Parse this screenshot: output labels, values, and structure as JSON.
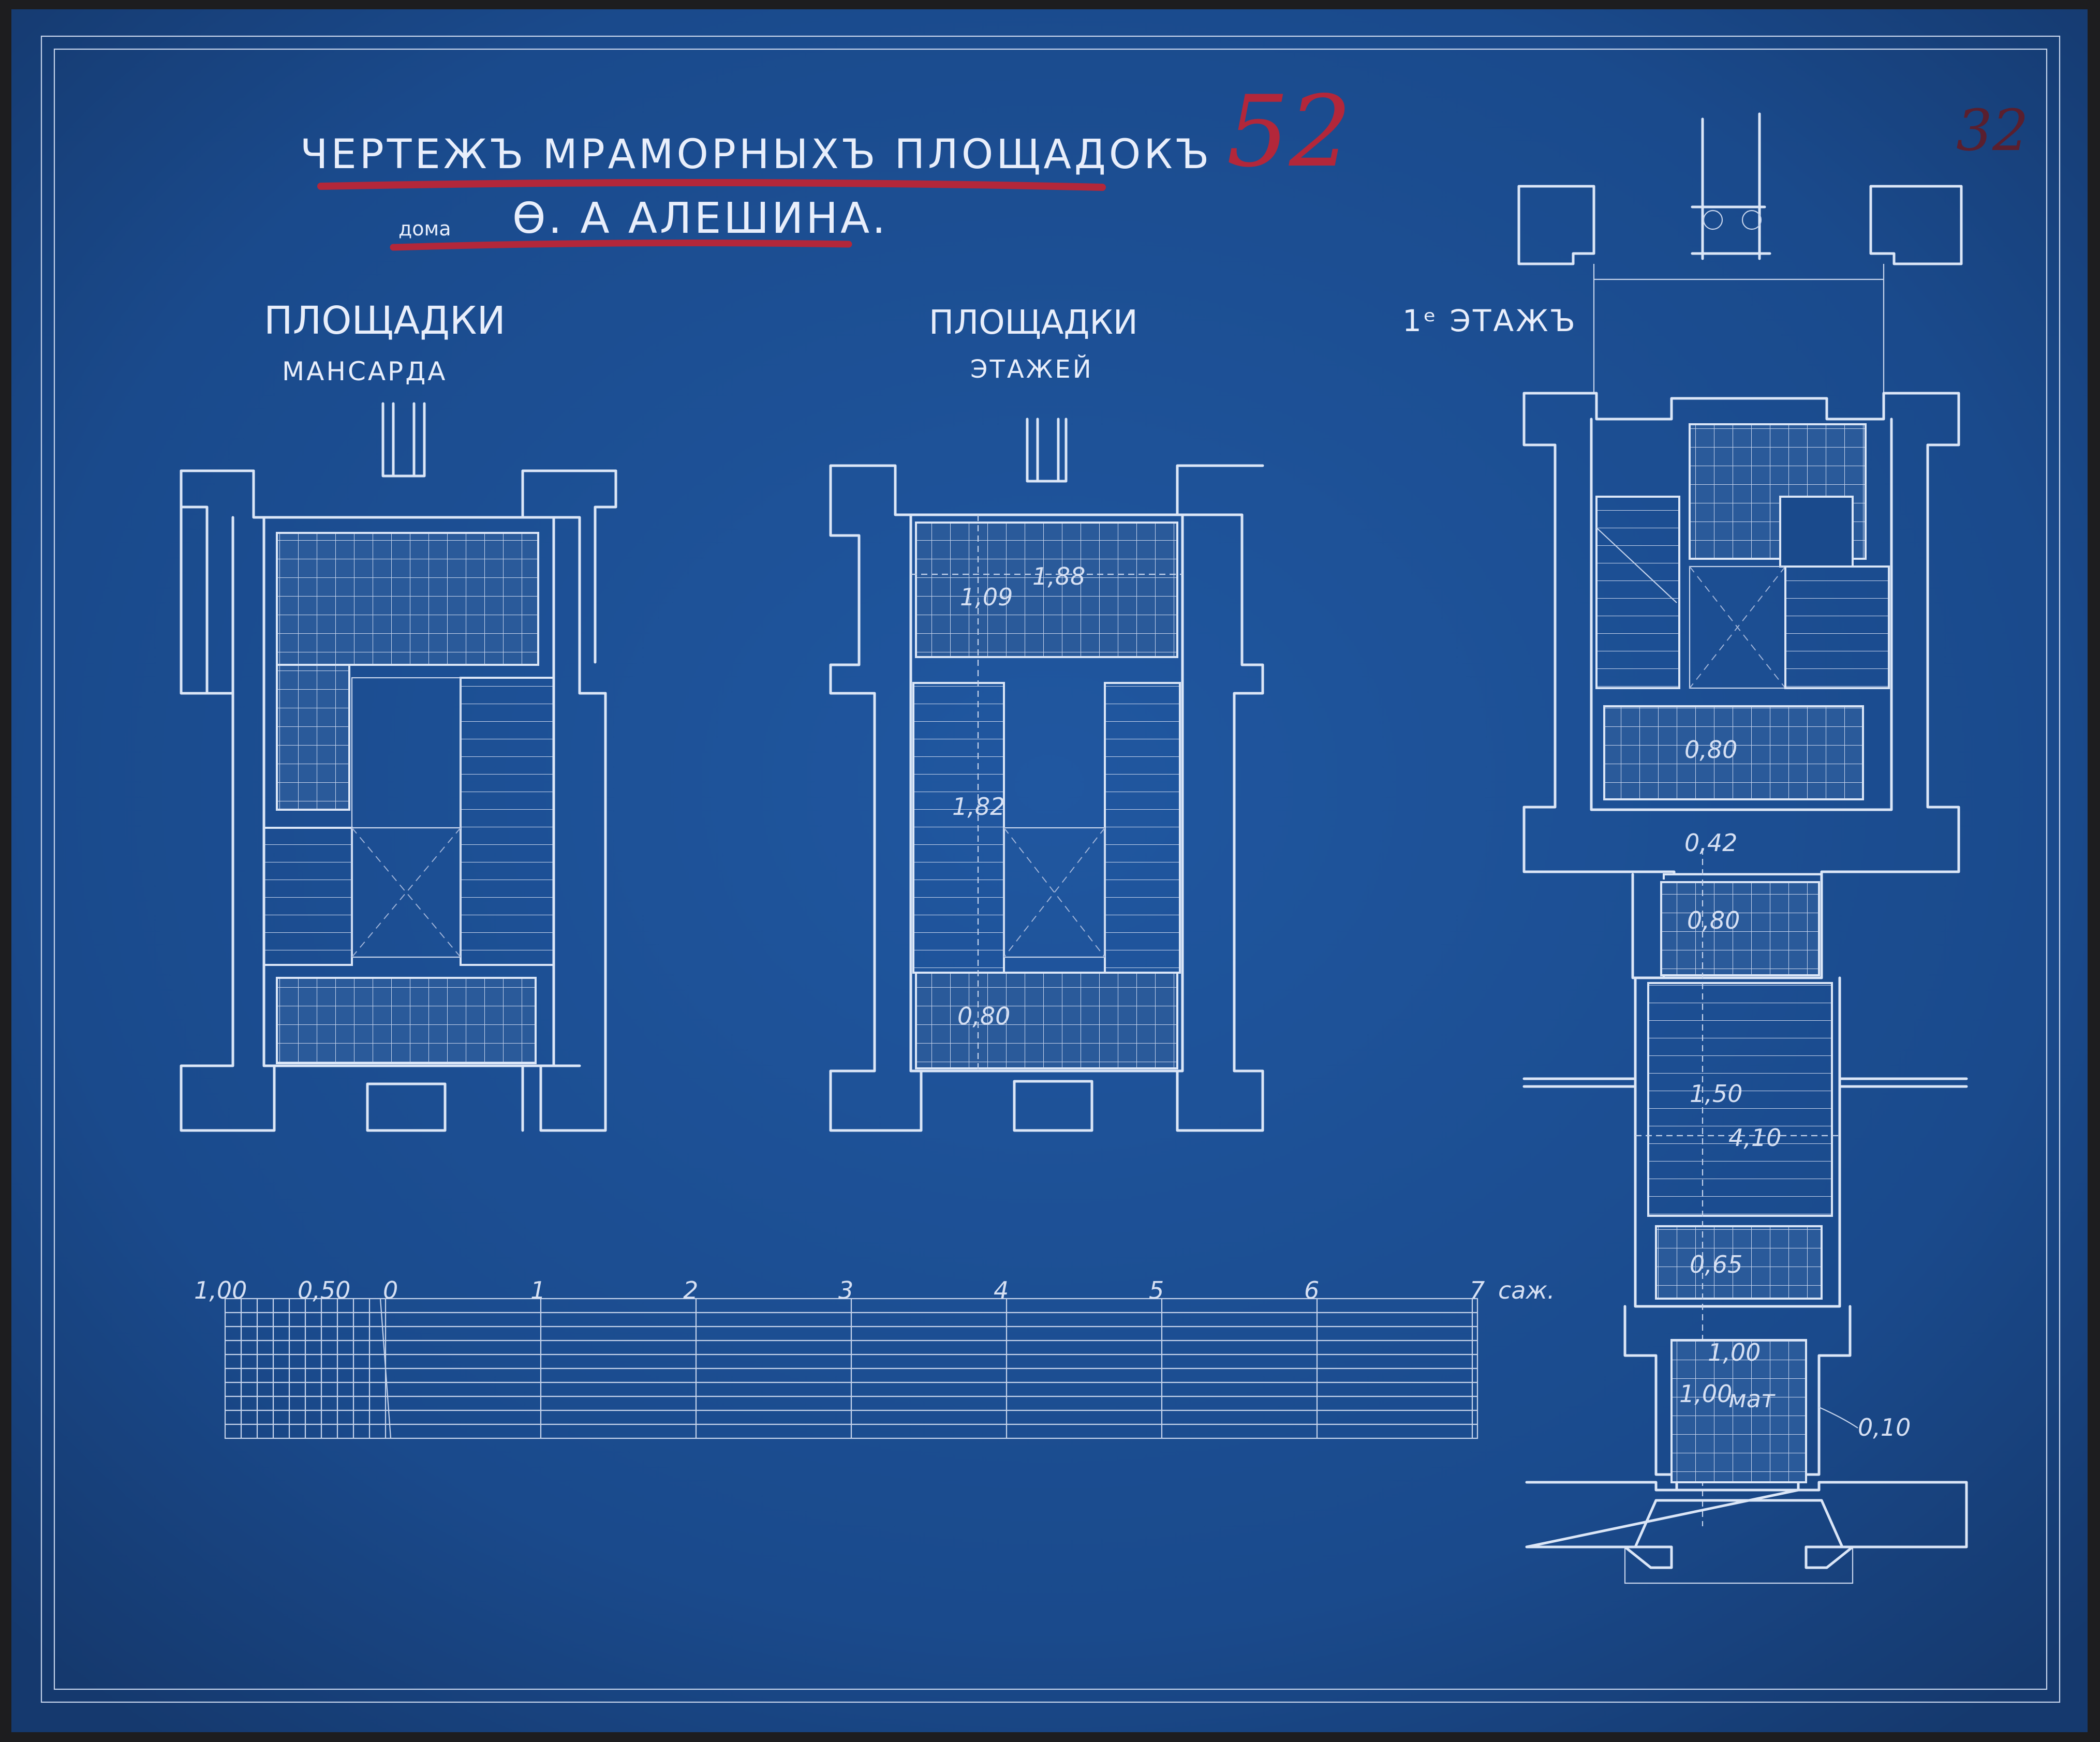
{
  "title": {
    "line1": "ЧЕРТЕЖЪ МРАМОРНЫХЪ ПЛОЩАДОКЪ",
    "line2_prefix": "дома",
    "line2": "Ѳ. А АЛЕШИНА."
  },
  "archive_numbers": {
    "main": "52",
    "corner": "32"
  },
  "plans": [
    {
      "title": "ПЛОЩАДКИ",
      "subtitle": "МАНСАРДА",
      "dims": []
    },
    {
      "title": "ПЛОЩАДКИ",
      "subtitle": "ЭТАЖЕЙ",
      "dims": [
        "1,88",
        "1,09",
        "1,82",
        "0,80"
      ]
    },
    {
      "title": "1ᵉ ЭТАЖЪ",
      "subtitle": "",
      "dims": [
        "0,80",
        "0,42",
        "0,80",
        "1,50",
        "4,10",
        "0,65",
        "1,00",
        "1,00",
        "0,10"
      ]
    }
  ],
  "plan3_small_label": "мат",
  "scale_bar": {
    "labels": [
      "1,00",
      "0,50",
      "0",
      "1",
      "2",
      "3",
      "4",
      "5",
      "6",
      "7"
    ],
    "unit": "саж."
  },
  "colors": {
    "paper": "#1a4a8c",
    "ink": "#dbe6f7",
    "red_pencil": "#b3273a",
    "backing": "#1d1d1f"
  }
}
